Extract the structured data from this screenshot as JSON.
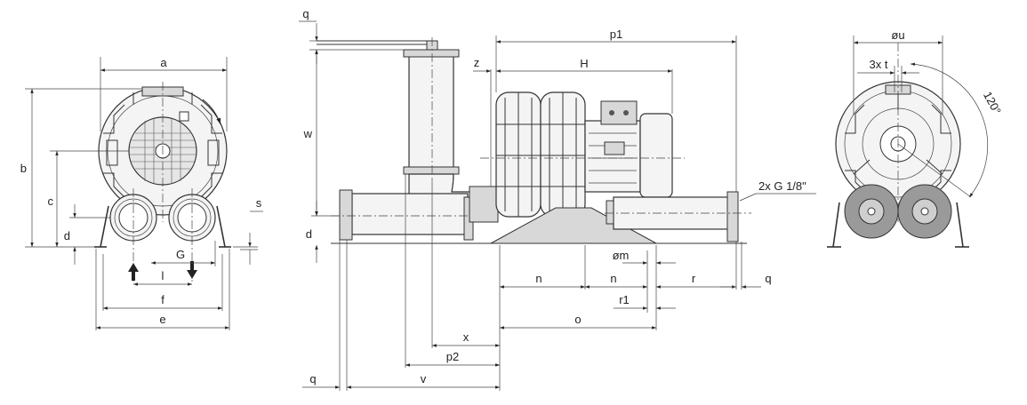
{
  "labels": {
    "a": "a",
    "b": "b",
    "c": "c",
    "d_front": "d",
    "d_side": "d",
    "e": "e",
    "f": "f",
    "l": "l",
    "G": "G",
    "s": "s",
    "q_top": "q",
    "q_bottom": "q",
    "q_right": "q",
    "w": "w",
    "z": "z",
    "H": "H",
    "p1": "p1",
    "p2": "p2",
    "x": "x",
    "v": "v",
    "n1": "n",
    "n2": "n",
    "r": "r",
    "r1": "r1",
    "o": "o",
    "phi_m": "øm",
    "thread_note": "2x G 1/8\"",
    "phi_u": "øu",
    "three_t": "3x t",
    "angle": "120°"
  }
}
